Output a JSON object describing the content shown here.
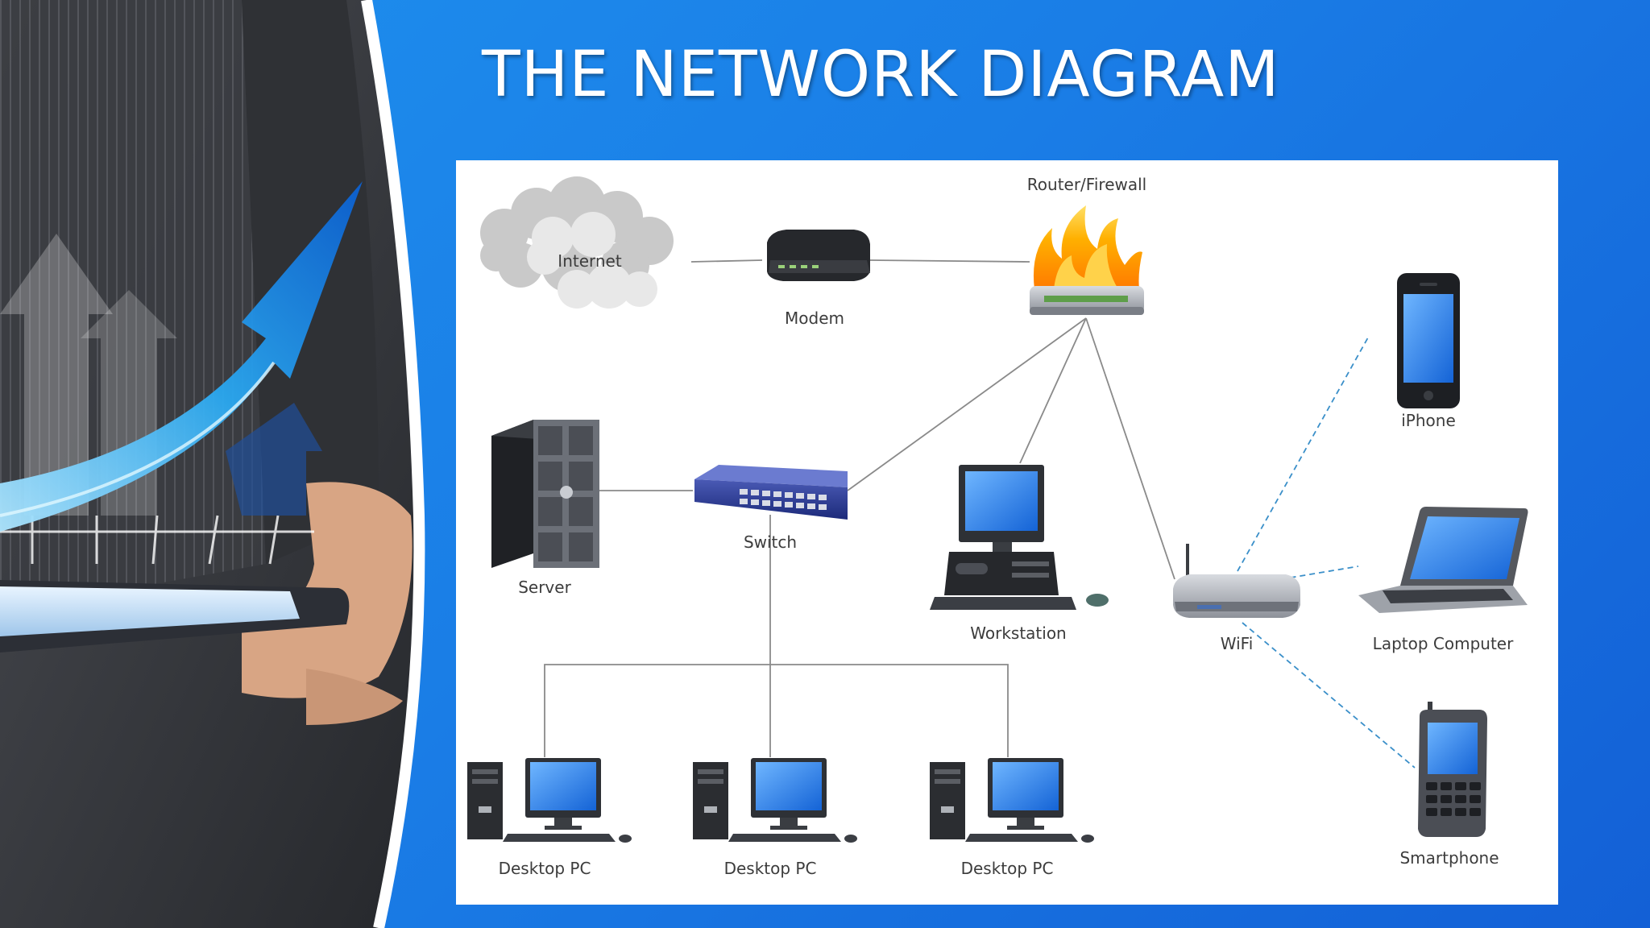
{
  "slide": {
    "title": "THE NETWORK DIAGRAM"
  },
  "diagram": {
    "nodes": {
      "internet": "Internet",
      "modem": "Modem",
      "router": "Router/Firewall",
      "server": "Server",
      "switch": "Switch",
      "workstation": "Workstation",
      "wifi": "WiFi",
      "iphone": "iPhone",
      "laptop": "Laptop Computer",
      "smartphone": "Smartphone",
      "desktop1": "Desktop PC",
      "desktop2": "Desktop PC",
      "desktop3": "Desktop PC"
    },
    "connections": [
      {
        "from": "internet",
        "to": "modem",
        "style": "solid"
      },
      {
        "from": "modem",
        "to": "router",
        "style": "solid"
      },
      {
        "from": "router",
        "to": "switch",
        "style": "solid"
      },
      {
        "from": "router",
        "to": "workstation",
        "style": "solid"
      },
      {
        "from": "router",
        "to": "wifi",
        "style": "solid"
      },
      {
        "from": "server",
        "to": "switch",
        "style": "solid"
      },
      {
        "from": "switch",
        "to": "desktop1",
        "style": "solid"
      },
      {
        "from": "switch",
        "to": "desktop2",
        "style": "solid"
      },
      {
        "from": "switch",
        "to": "desktop3",
        "style": "solid"
      },
      {
        "from": "wifi",
        "to": "iphone",
        "style": "dashed"
      },
      {
        "from": "wifi",
        "to": "laptop",
        "style": "dashed"
      },
      {
        "from": "wifi",
        "to": "smartphone",
        "style": "dashed"
      }
    ],
    "colors": {
      "wired_link": "#8a8a8a",
      "wireless_link": "#3a8fc9",
      "screen_blue": "#1f7fe0"
    }
  }
}
